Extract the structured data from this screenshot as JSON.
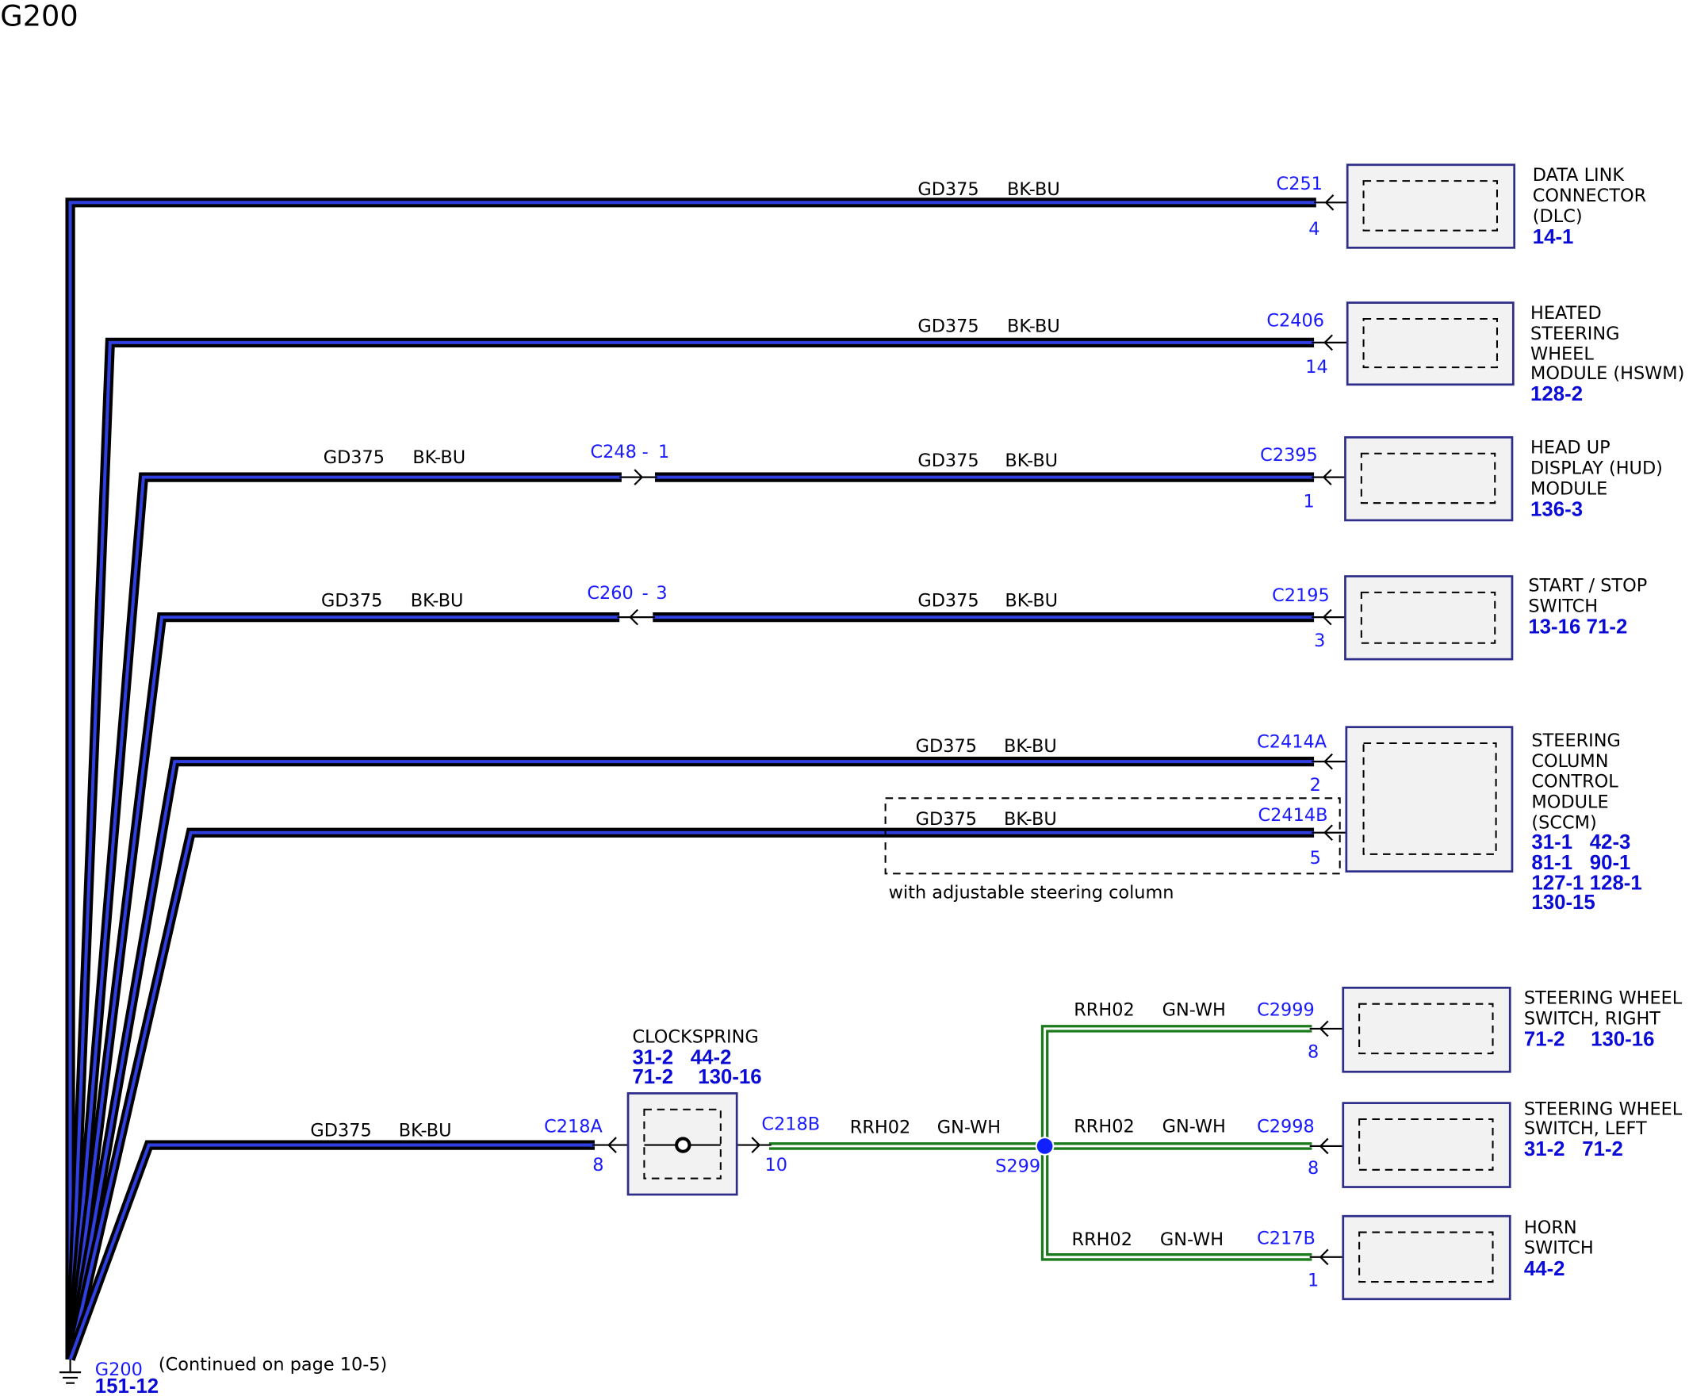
{
  "page_title": "G200",
  "colors": {
    "wire_black": "#000000",
    "wire_blue": "#2f3fe0",
    "wire_green": "#1b7a1b",
    "wire_white": "#ffffff",
    "text_blue": "#1a1aff",
    "ref_blue": "#0b0bd6",
    "splice_blue": "#1020ff",
    "component_border": "#2e2e8a",
    "component_fill": "#f2f2f2"
  },
  "circuits": [
    {
      "circuit": "GD375",
      "color": "BK-BU",
      "connector": "C251",
      "pin": "4"
    },
    {
      "circuit": "GD375",
      "color": "BK-BU",
      "connector": "C2406",
      "pin": "14"
    },
    {
      "inline": {
        "circuit": "GD375",
        "color": "BK-BU",
        "connector": "C248",
        "separator": "-",
        "pin": "1"
      },
      "circuit": "GD375",
      "color": "BK-BU",
      "connector": "C2395",
      "pin": "1"
    },
    {
      "inline": {
        "circuit": "GD375",
        "color": "BK-BU",
        "connector": "C260",
        "separator": "-",
        "pin": "3"
      },
      "circuit": "GD375",
      "color": "BK-BU",
      "connector": "C2195",
      "pin": "3"
    },
    {
      "circuit": "GD375",
      "color": "BK-BU",
      "connector": "C2414A",
      "pin": "2"
    },
    {
      "circuit": "GD375",
      "color": "BK-BU",
      "connector": "C2414B",
      "pin": "5",
      "option_note": "with adjustable steering column"
    },
    {
      "circuit": "GD375",
      "color": "BK-BU",
      "connector": "C218A",
      "pin": "8"
    }
  ],
  "clockspring": {
    "name": "CLOCKSPRING",
    "refs": [
      "31-2",
      "44-2",
      "71-2",
      "130-16"
    ],
    "output_connector": "C218B",
    "output_pin": "10"
  },
  "switch_circuit": {
    "feed": {
      "circuit": "RRH02",
      "color": "GN-WH"
    },
    "splice": "S299",
    "branches": [
      {
        "circuit": "RRH02",
        "color": "GN-WH",
        "connector": "C2999",
        "pin": "8"
      },
      {
        "circuit": "RRH02",
        "color": "GN-WH",
        "connector": "C2998",
        "pin": "8"
      },
      {
        "circuit": "RRH02",
        "color": "GN-WH",
        "connector": "C217B",
        "pin": "1"
      }
    ]
  },
  "components": [
    {
      "name_lines": [
        "DATA LINK",
        "CONNECTOR",
        "(DLC)"
      ],
      "refs": [
        "14-1"
      ]
    },
    {
      "name_lines": [
        "HEATED",
        "STEERING",
        "WHEEL",
        "MODULE (HSWM)"
      ],
      "refs": [
        "128-2"
      ]
    },
    {
      "name_lines": [
        "HEAD UP",
        "DISPLAY (HUD)",
        "MODULE"
      ],
      "refs": [
        "136-3"
      ]
    },
    {
      "name_lines": [
        "START / STOP",
        "SWITCH"
      ],
      "refs": [
        "13-16",
        "71-2"
      ]
    },
    {
      "name_lines": [
        "STEERING",
        "COLUMN",
        "CONTROL",
        "MODULE",
        "(SCCM)"
      ],
      "refs": [
        "31-1",
        "42-3",
        "81-1",
        "90-1",
        "127-1",
        "128-1",
        "130-15"
      ]
    },
    {
      "name_lines": [
        "STEERING WHEEL",
        "SWITCH, RIGHT"
      ],
      "refs": [
        "71-2",
        "130-16"
      ]
    },
    {
      "name_lines": [
        "STEERING WHEEL",
        "SWITCH, LEFT"
      ],
      "refs": [
        "31-2",
        "71-2"
      ]
    },
    {
      "name_lines": [
        "HORN",
        "SWITCH"
      ],
      "refs": [
        "44-2"
      ]
    }
  ],
  "ground": {
    "name": "G200",
    "note": "(Continued on page 10-5)",
    "ref": "151-12"
  }
}
